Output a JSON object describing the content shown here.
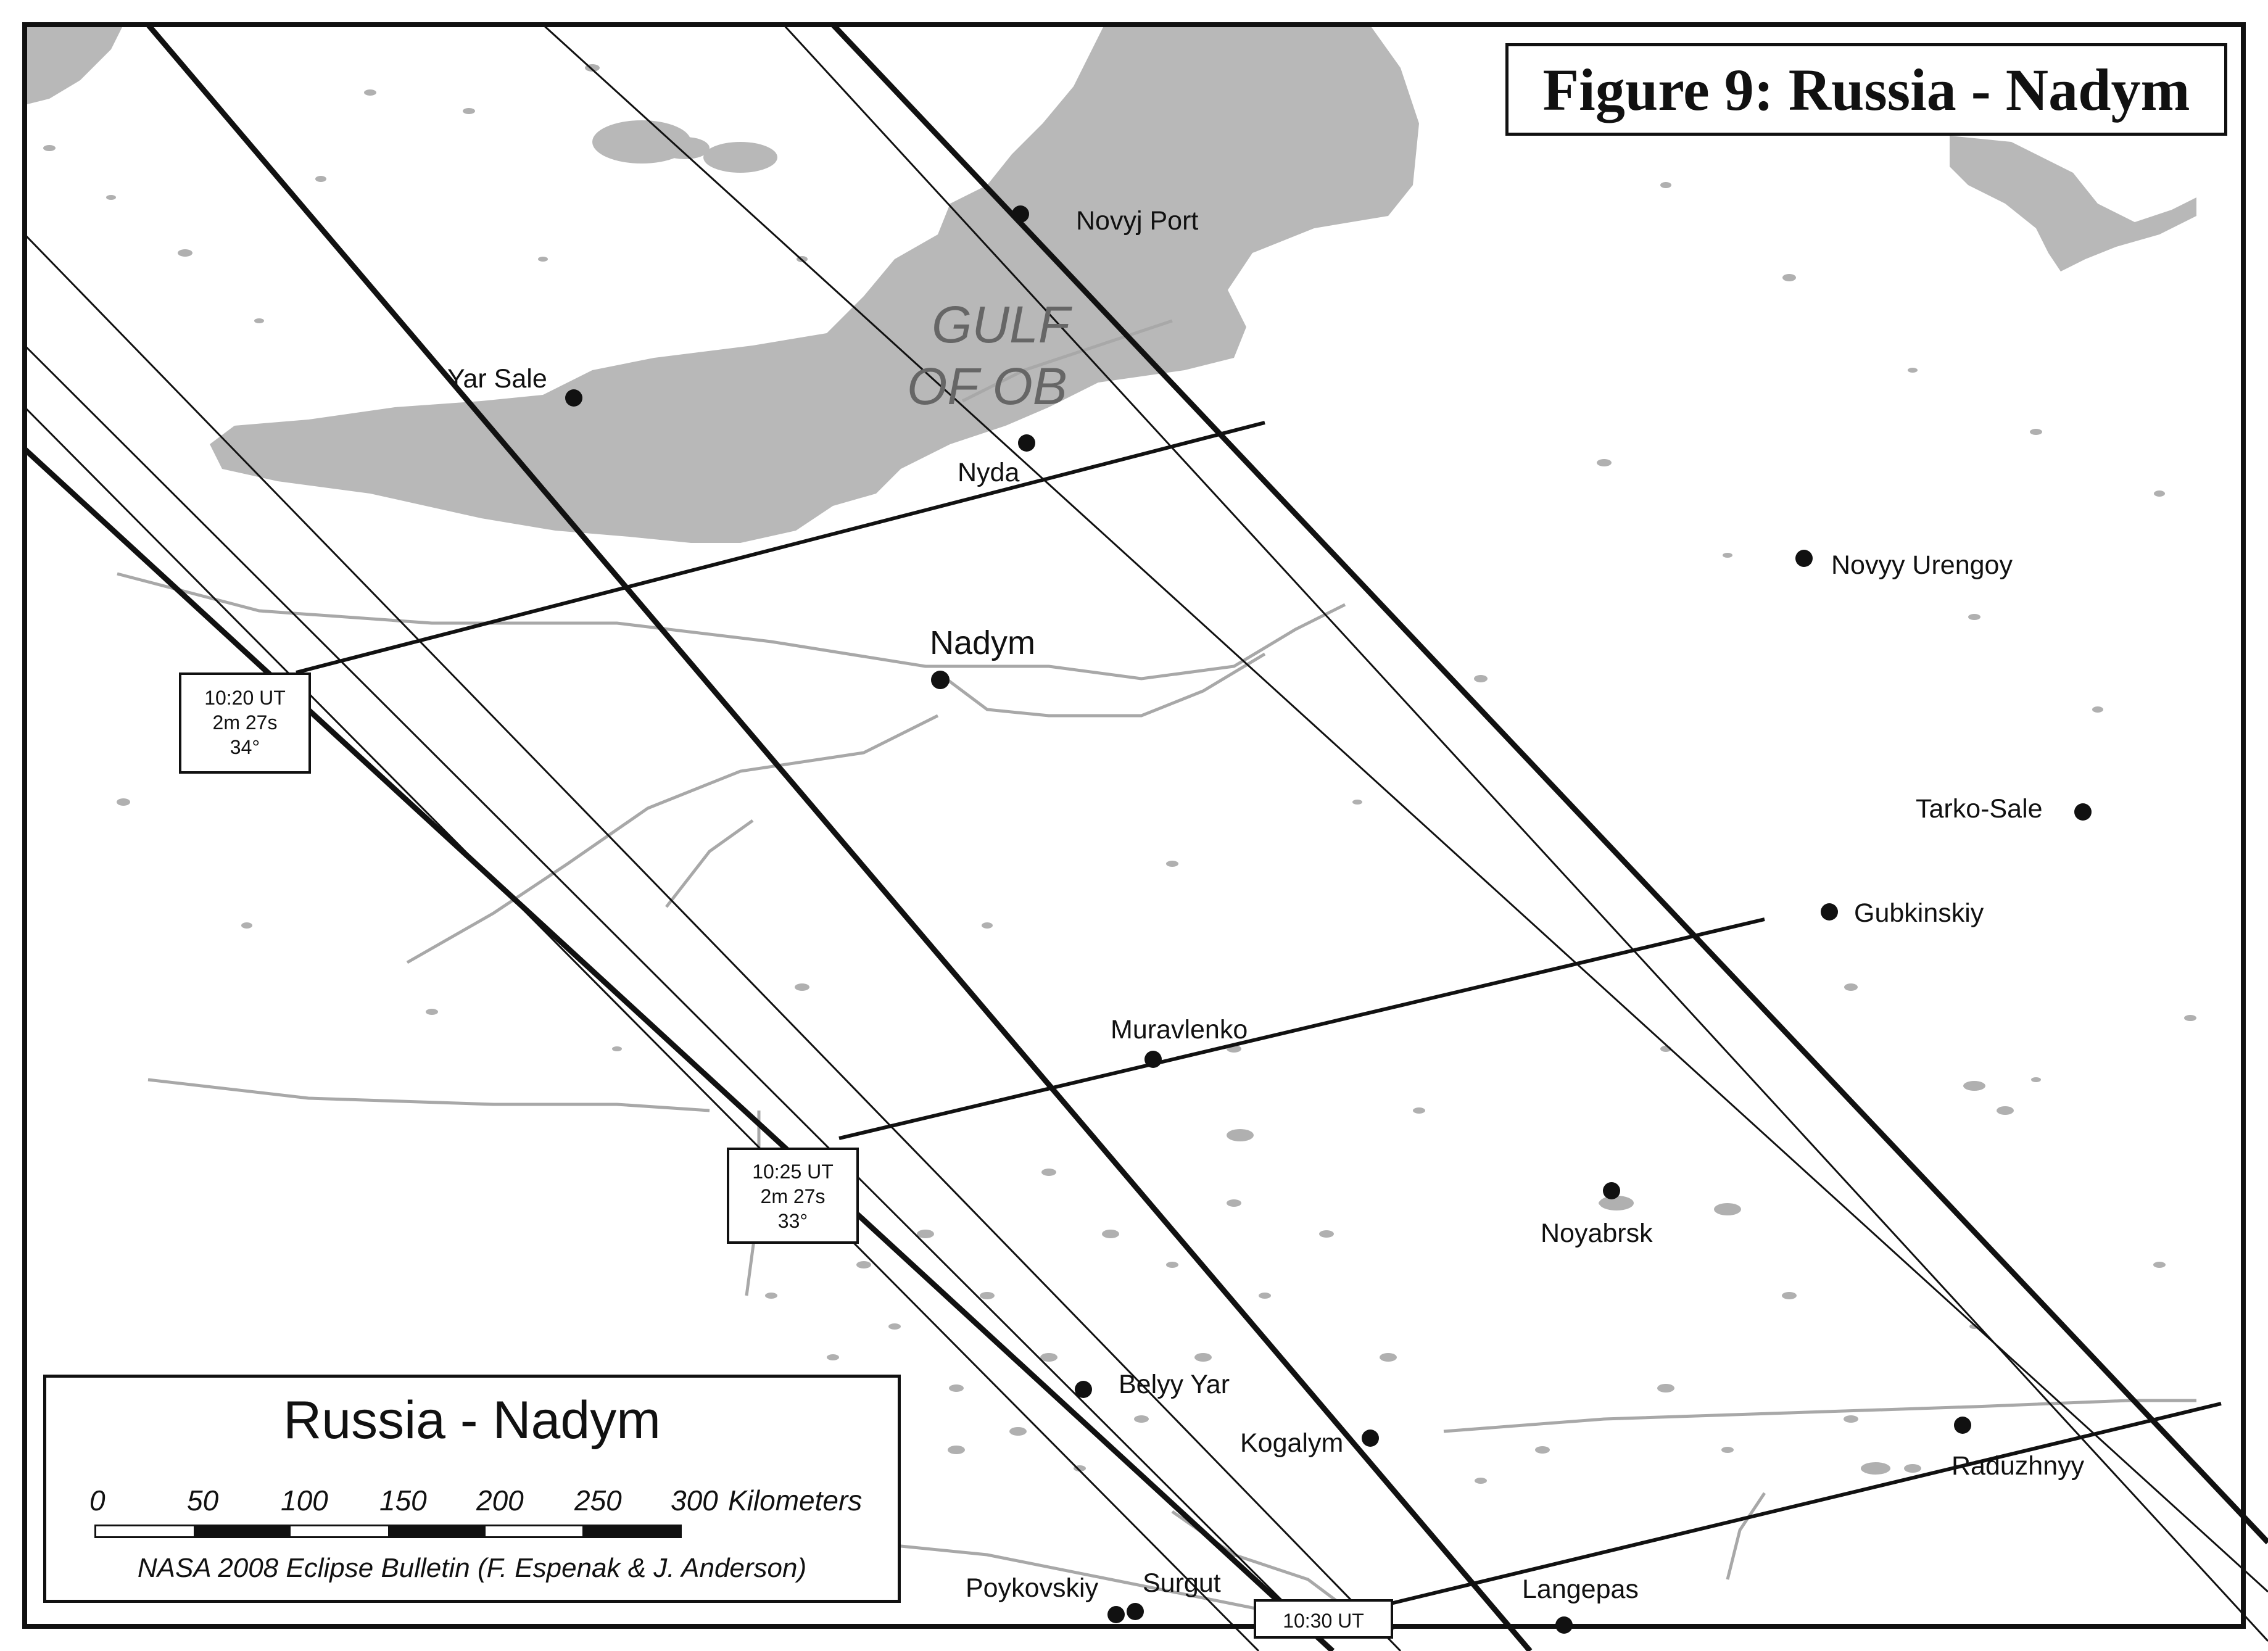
{
  "title": "Figure 9: Russia - Nadym",
  "water_label": [
    "GULF",
    "OF OB"
  ],
  "colors": {
    "water": "#b8b8b8",
    "river": "#a8a8a8",
    "line": "#111111",
    "background": "#ffffff"
  },
  "cities": [
    {
      "id": "novyj-port",
      "name": "Novyj Port"
    },
    {
      "id": "yar-sale",
      "name": "Yar Sale"
    },
    {
      "id": "nyda",
      "name": "Nyda"
    },
    {
      "id": "nadym",
      "name": "Nadym"
    },
    {
      "id": "novyy-urengoy",
      "name": "Novyy Urengoy"
    },
    {
      "id": "tarko-sale",
      "name": "Tarko-Sale"
    },
    {
      "id": "gubkinskiy",
      "name": "Gubkinskiy"
    },
    {
      "id": "muravlenko",
      "name": "Muravlenko"
    },
    {
      "id": "noyabrsk",
      "name": "Noyabrsk"
    },
    {
      "id": "belyy-yar",
      "name": "Belyy Yar"
    },
    {
      "id": "kogalym",
      "name": "Kogalym"
    },
    {
      "id": "raduzhnyy",
      "name": "Raduzhnyy"
    },
    {
      "id": "langepas",
      "name": "Langepas"
    },
    {
      "id": "poykovskiy",
      "name": "Poykovskiy"
    },
    {
      "id": "surgut",
      "name": "Surgut"
    }
  ],
  "time_markers": [
    {
      "time": "10:20 UT",
      "duration": "2m 27s",
      "altitude": "34°"
    },
    {
      "time": "10:25 UT",
      "duration": "2m 27s",
      "altitude": "33°"
    },
    {
      "time": "10:30 UT",
      "duration": "",
      "altitude": ""
    }
  ],
  "legend": {
    "title": "Russia - Nadym",
    "scale_labels": [
      "0",
      "50",
      "100",
      "150",
      "200",
      "250",
      "300"
    ],
    "scale_unit": "Kilometers",
    "credit": "NASA 2008 Eclipse Bulletin  (F. Espenak & J. Anderson)"
  }
}
